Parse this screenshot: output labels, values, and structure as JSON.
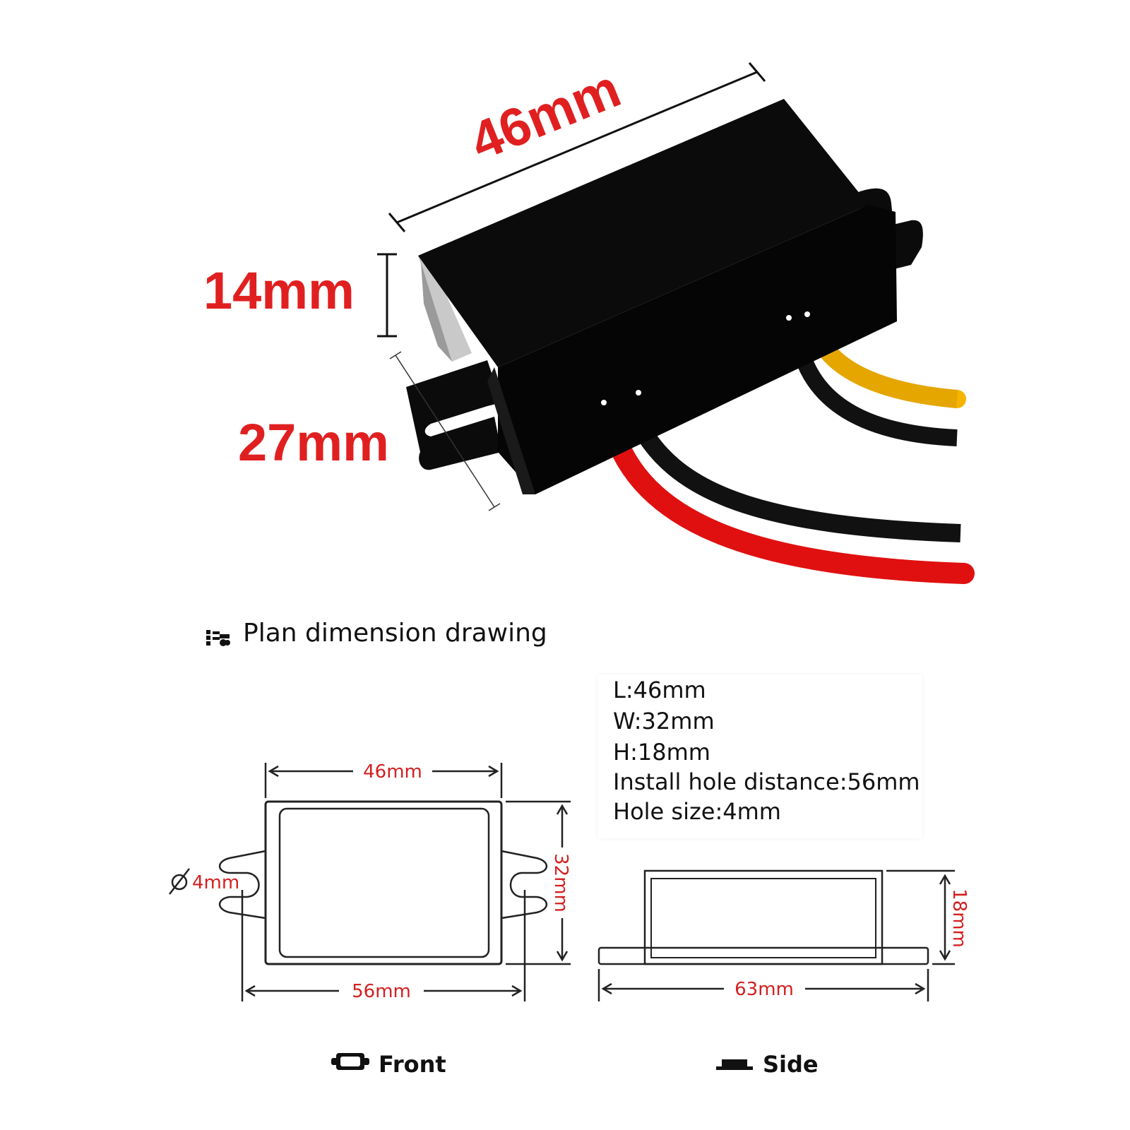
{
  "photo_dimensions": {
    "length": "46mm",
    "height": "14mm",
    "depth": "27mm"
  },
  "section": {
    "title": "Plan dimension drawing"
  },
  "specs": {
    "L": "L:46mm",
    "W": "W:32mm",
    "H": "H:18mm",
    "install_hole": "Install hole distance:56mm",
    "hole_size": "Hole size:4mm"
  },
  "front_view": {
    "width": "46mm",
    "height": "32mm",
    "hole_distance": "56mm",
    "hole": "4mm",
    "label": "Front"
  },
  "side_view": {
    "height": "18mm",
    "total_length": "63mm",
    "label": "Side"
  },
  "colors": {
    "dimension_red": "#e02020",
    "wire_yellow": "#f5b400",
    "wire_red": "#e01010",
    "wire_black": "#111111",
    "case_black": "#0a0a0a"
  }
}
